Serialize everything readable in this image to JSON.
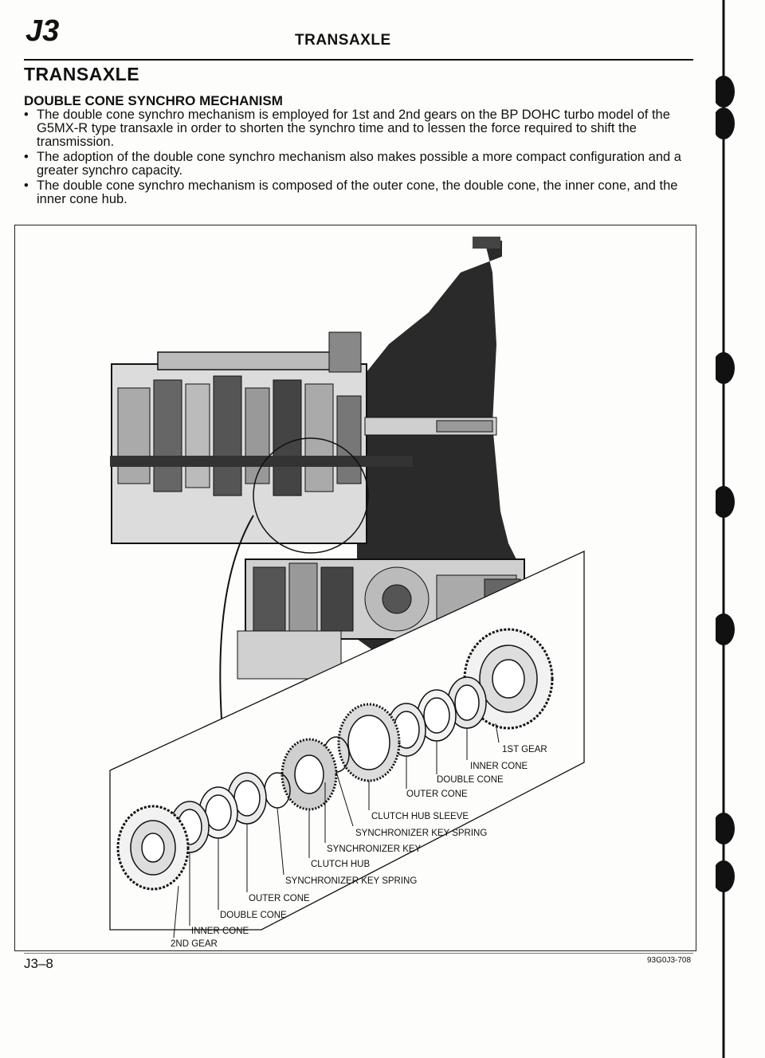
{
  "header": {
    "section_code": "J3",
    "title": "TRANSAXLE"
  },
  "page_title": "TRANSAXLE",
  "subheading": "DOUBLE CONE SYNCHRO MECHANISM",
  "bullets": [
    "The double cone synchro mechanism is employed for 1st and 2nd gears on the BP DOHC turbo model of the G5MX-R type transaxle in order to shorten the synchro time and to lessen the force required to shift the transmission.",
    "The adoption of the double cone synchro mechanism also makes possible a more compact configuration and a greater synchro capacity.",
    "The double cone synchro mechanism is composed of the outer cone, the double cone, the inner cone, and the inner cone hub."
  ],
  "figure": {
    "labels": {
      "first_gear": "1ST GEAR",
      "inner_cone_top": "INNER CONE",
      "double_cone_top": "DOUBLE CONE",
      "outer_cone_top": "OUTER CONE",
      "clutch_hub_sleeve": "CLUTCH HUB SLEEVE",
      "synchronizer_key_spring_top": "SYNCHRONIZER KEY SPRING",
      "synchronizer_key": "SYNCHRONIZER KEY",
      "clutch_hub": "CLUTCH HUB",
      "synchronizer_key_spring_bottom": "SYNCHRONIZER KEY SPRING",
      "outer_cone_bottom": "OUTER CONE",
      "double_cone_bottom": "DOUBLE CONE",
      "inner_cone_bottom": "INNER CONE",
      "second_gear": "2ND GEAR"
    }
  },
  "footer": {
    "page_number": "J3–8",
    "figure_code": "93G0J3-708"
  }
}
